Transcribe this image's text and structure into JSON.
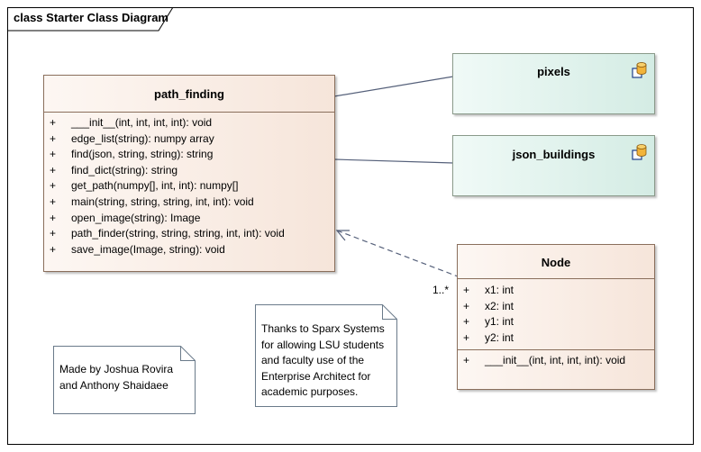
{
  "diagram": {
    "title": "class Starter Class Diagram",
    "classes": {
      "path_finding": {
        "name": "path_finding",
        "operations": [
          {
            "vis": "+",
            "text": "___init__(int, int, int, int): void"
          },
          {
            "vis": "+",
            "text": "edge_list(string): numpy array"
          },
          {
            "vis": "+",
            "text": "find(json, string, string): string"
          },
          {
            "vis": "+",
            "text": "find_dict(string): string"
          },
          {
            "vis": "+",
            "text": "get_path(numpy[], int, int): numpy[]"
          },
          {
            "vis": "+",
            "text": "main(string, string, string, int, int): void"
          },
          {
            "vis": "+",
            "text": "open_image(string): Image"
          },
          {
            "vis": "+",
            "text": "path_finder(string, string, string, int, int): void"
          },
          {
            "vis": "+",
            "text": "save_image(Image, string): void"
          }
        ]
      },
      "node": {
        "name": "Node",
        "attributes": [
          {
            "vis": "+",
            "text": "x1: int"
          },
          {
            "vis": "+",
            "text": "x2: int"
          },
          {
            "vis": "+",
            "text": "y1: int"
          },
          {
            "vis": "+",
            "text": "y2: int"
          }
        ],
        "operations": [
          {
            "vis": "+",
            "text": "___init__(int, int, int, int): void"
          }
        ]
      }
    },
    "components": {
      "pixels": {
        "name": "pixels",
        "icon": "database-artifact-icon"
      },
      "json_buildings": {
        "name": "json_buildings",
        "icon": "database-artifact-icon"
      }
    },
    "multiplicity": "1..*",
    "notes": {
      "sparx": "Thanks to Sparx Systems\nfor allowing LSU students\nand faculty use of the\nEnterprise Architect for\nacademic purposes.",
      "authors": "Made by Joshua Rovira\nand Anthony Shaidaee"
    },
    "colors": {
      "class_fill": "#f6e5da",
      "component_fill": "#d4ece4",
      "line": "#55607a"
    }
  }
}
